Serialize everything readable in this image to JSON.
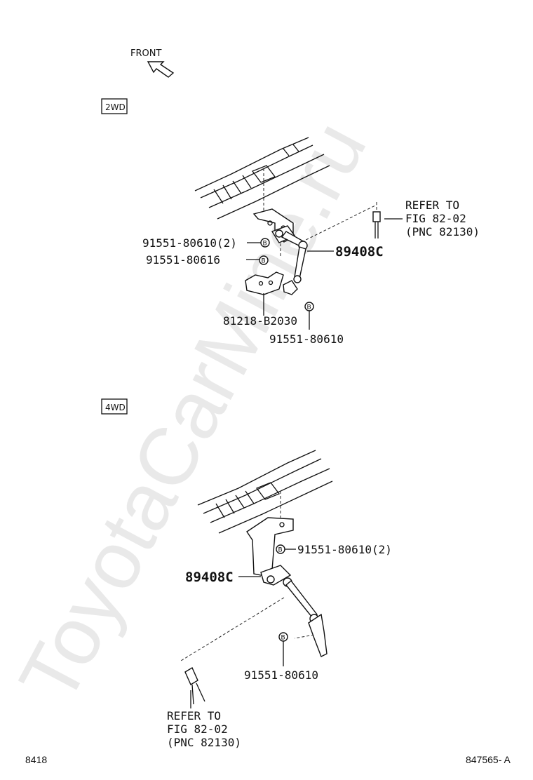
{
  "watermark": "ToyotaCarMine.ru",
  "front_label": "FRONT",
  "marker_letter": "B",
  "page_number": "8418",
  "figure_code": "847565- A",
  "sections": [
    {
      "badge": "2WD",
      "labels": {
        "bolt_pair": "91551-80610(2)",
        "bolt_single": "91551-80616",
        "sensor": "89408C",
        "bracket": "81218-B2030",
        "bolt_lower": "91551-80610",
        "refer_line1": "REFER TO",
        "refer_line2": "FIG 82-02",
        "refer_line3": "(PNC 82130)"
      }
    },
    {
      "badge": "4WD",
      "labels": {
        "bolt_pair": "91551-80610(2)",
        "sensor": "89408C",
        "bolt_lower": "91551-80610",
        "refer_line1": "REFER TO",
        "refer_line2": "FIG 82-02",
        "refer_line3": "(PNC 82130)"
      }
    }
  ]
}
